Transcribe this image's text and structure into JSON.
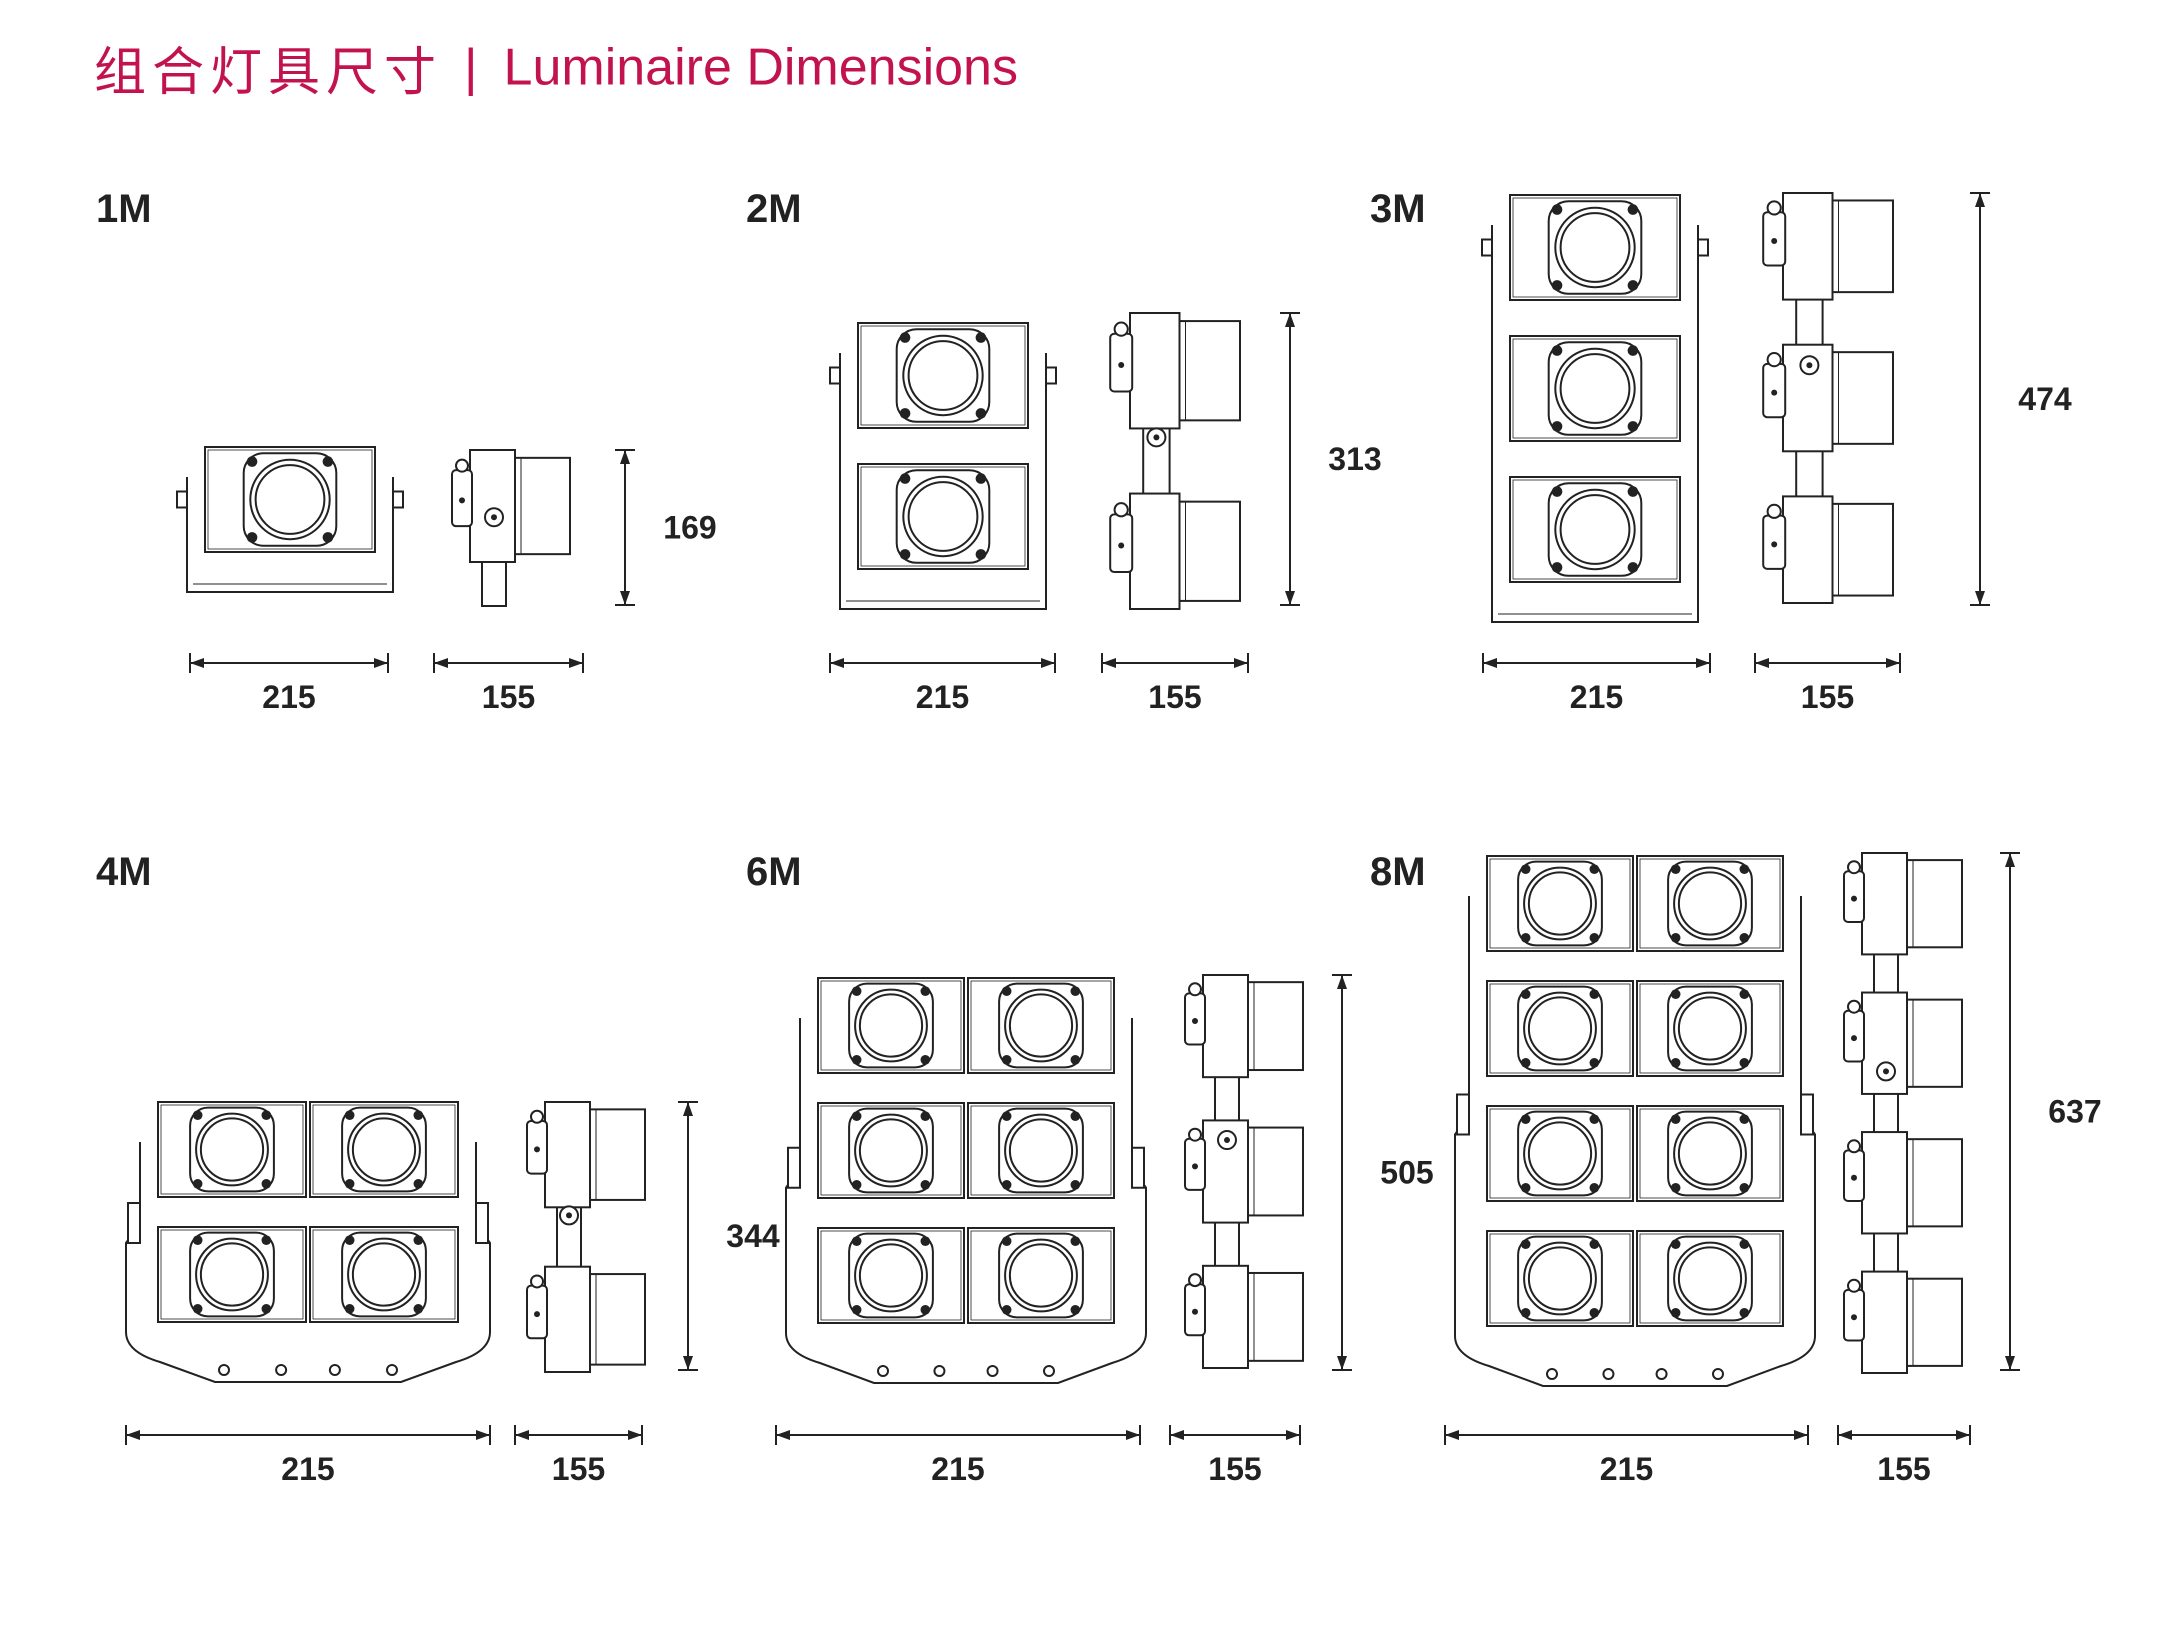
{
  "header": {
    "title_cn": "组合灯具尺寸",
    "separator": "|",
    "title_en": "Luminaire Dimensions",
    "accent_color": "#c3134e"
  },
  "line_color": "#222222",
  "dimension_text_color": "#222222",
  "models": [
    {
      "label": "1M",
      "modules": 1,
      "columns": 1,
      "width": "215",
      "depth": "155",
      "height": "169"
    },
    {
      "label": "2M",
      "modules": 2,
      "columns": 1,
      "width": "215",
      "depth": "155",
      "height": "313"
    },
    {
      "label": "3M",
      "modules": 3,
      "columns": 1,
      "width": "215",
      "depth": "155",
      "height": "474"
    },
    {
      "label": "4M",
      "modules": 4,
      "columns": 2,
      "width": "215",
      "depth": "155",
      "height": "344"
    },
    {
      "label": "6M",
      "modules": 6,
      "columns": 2,
      "width": "215",
      "depth": "155",
      "height": "505"
    },
    {
      "label": "8M",
      "modules": 8,
      "columns": 2,
      "width": "215",
      "depth": "155",
      "height": "637"
    }
  ]
}
